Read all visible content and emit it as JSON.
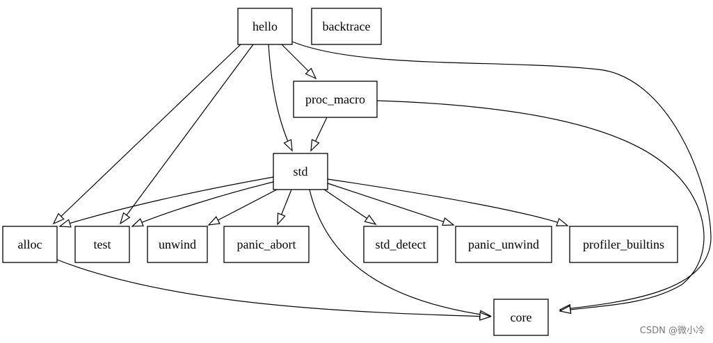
{
  "graph": {
    "nodes": [
      {
        "id": "hello",
        "label": "hello"
      },
      {
        "id": "backtrace",
        "label": "backtrace"
      },
      {
        "id": "proc_macro",
        "label": "proc_macro"
      },
      {
        "id": "std",
        "label": "std"
      },
      {
        "id": "alloc",
        "label": "alloc"
      },
      {
        "id": "test",
        "label": "test"
      },
      {
        "id": "unwind",
        "label": "unwind"
      },
      {
        "id": "panic_abort",
        "label": "panic_abort"
      },
      {
        "id": "std_detect",
        "label": "std_detect"
      },
      {
        "id": "panic_unwind",
        "label": "panic_unwind"
      },
      {
        "id": "profiler_builtins",
        "label": "profiler_builtins"
      },
      {
        "id": "core",
        "label": "core"
      }
    ],
    "edges": [
      {
        "from": "hello",
        "to": "alloc"
      },
      {
        "from": "hello",
        "to": "test"
      },
      {
        "from": "hello",
        "to": "std"
      },
      {
        "from": "hello",
        "to": "proc_macro"
      },
      {
        "from": "hello",
        "to": "core"
      },
      {
        "from": "proc_macro",
        "to": "std"
      },
      {
        "from": "proc_macro",
        "to": "core"
      },
      {
        "from": "std",
        "to": "alloc"
      },
      {
        "from": "std",
        "to": "test"
      },
      {
        "from": "std",
        "to": "unwind"
      },
      {
        "from": "std",
        "to": "panic_abort"
      },
      {
        "from": "std",
        "to": "std_detect"
      },
      {
        "from": "std",
        "to": "panic_unwind"
      },
      {
        "from": "std",
        "to": "profiler_builtins"
      },
      {
        "from": "std",
        "to": "core"
      },
      {
        "from": "alloc",
        "to": "core"
      }
    ]
  },
  "watermark": "CSDN @微小冷"
}
